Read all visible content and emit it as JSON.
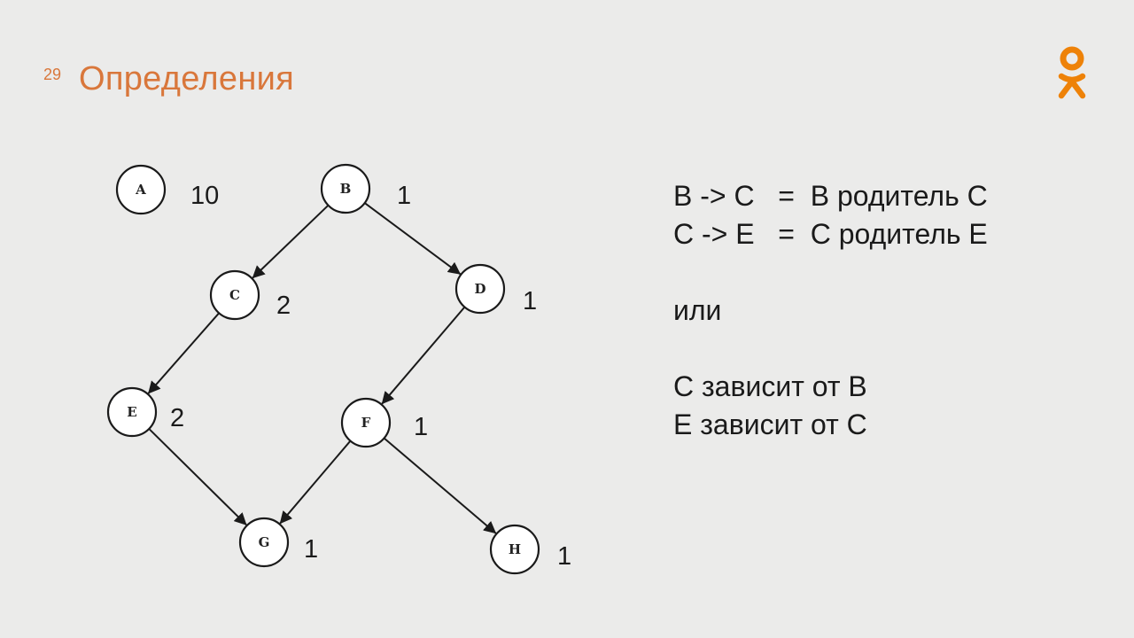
{
  "slide": {
    "number": "29",
    "title": "Определения"
  },
  "logo": {
    "icon": "odnoklassniki-logo-icon",
    "color": "#ee8208"
  },
  "graph": {
    "nodes": [
      {
        "id": "A",
        "label": "A",
        "weight": "10"
      },
      {
        "id": "B",
        "label": "B",
        "weight": "1"
      },
      {
        "id": "C",
        "label": "C",
        "weight": "2"
      },
      {
        "id": "D",
        "label": "D",
        "weight": "1"
      },
      {
        "id": "E",
        "label": "E",
        "weight": "2"
      },
      {
        "id": "F",
        "label": "F",
        "weight": "1"
      },
      {
        "id": "G",
        "label": "G",
        "weight": "1"
      },
      {
        "id": "H",
        "label": "H",
        "weight": "1"
      }
    ],
    "edges": [
      {
        "from": "B",
        "to": "C"
      },
      {
        "from": "B",
        "to": "D"
      },
      {
        "from": "C",
        "to": "E"
      },
      {
        "from": "D",
        "to": "F"
      },
      {
        "from": "E",
        "to": "G"
      },
      {
        "from": "F",
        "to": "G"
      },
      {
        "from": "F",
        "to": "H"
      }
    ]
  },
  "definitions": {
    "line1": "B -> C   =  B родитель C",
    "line2": "C -> E   =  C родитель E",
    "or": "или",
    "line3": "C зависит от B",
    "line4": "E зависит от C"
  }
}
